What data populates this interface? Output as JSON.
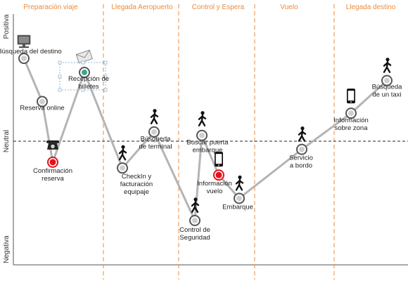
{
  "colors": {
    "phase_text": "#ee8a3b",
    "phase_divider": "#ee8a3b",
    "path_line": "#b4b4b4",
    "node_ring": "#555555",
    "node_fill": "#cfcfcf",
    "highlight": "#e8101a",
    "neutral_line": "#222222",
    "frame": "#555555"
  },
  "phases": [
    {
      "label": "Preparación viaje"
    },
    {
      "label": "Llegada Aeropuerto"
    },
    {
      "label": "Control y Espera"
    },
    {
      "label": "Vuelo"
    },
    {
      "label": "Llegada destino"
    }
  ],
  "axis": {
    "positive": "Positiva",
    "neutral": "Neutral",
    "negative": "Negativa"
  },
  "touchpoints": [
    {
      "label": [
        "Búsqueda del destino"
      ],
      "level": 0.71,
      "style": "normal",
      "icon": "computer-icon"
    },
    {
      "label": [
        "Reserva online"
      ],
      "level": 0.34,
      "style": "normal",
      "icon": ""
    },
    {
      "label": [
        "Confirmación",
        "reserva"
      ],
      "level": -0.18,
      "style": "highlight",
      "icon": "telephone-icon"
    },
    {
      "label": [
        "Recepción de",
        "billetes"
      ],
      "level": 0.59,
      "style": "selected",
      "icon": "envelope-icon"
    },
    {
      "label": [
        "CheckIn y",
        "facturación",
        "equipaje"
      ],
      "level": -0.23,
      "style": "normal",
      "icon": "person-walking-icon"
    },
    {
      "label": [
        "Búsqueda",
        "de terminal"
      ],
      "level": 0.08,
      "style": "normal",
      "icon": "person-walking-icon"
    },
    {
      "label": [
        "Control de",
        "Seguridad"
      ],
      "level": -0.68,
      "style": "normal",
      "icon": "person-walking-icon"
    },
    {
      "label": [
        "Buscar puerta",
        "embarque"
      ],
      "level": 0.05,
      "style": "normal",
      "icon": "person-walking-icon"
    },
    {
      "label": [
        "Información",
        "vuelo"
      ],
      "level": -0.29,
      "style": "highlight",
      "icon": "mobile-phone-icon"
    },
    {
      "label": [
        "Embarque"
      ],
      "level": -0.49,
      "style": "normal",
      "icon": "person-walking-icon"
    },
    {
      "label": [
        "Servicio",
        "a bordo"
      ],
      "level": -0.07,
      "style": "normal",
      "icon": "person-walking-icon"
    },
    {
      "label": [
        "Información",
        "sobre zona"
      ],
      "level": 0.24,
      "style": "normal",
      "icon": "mobile-phone-icon"
    },
    {
      "label": [
        "Búsqueda",
        "de un taxi"
      ],
      "level": 0.52,
      "style": "normal",
      "icon": "person-walking-icon"
    }
  ]
}
